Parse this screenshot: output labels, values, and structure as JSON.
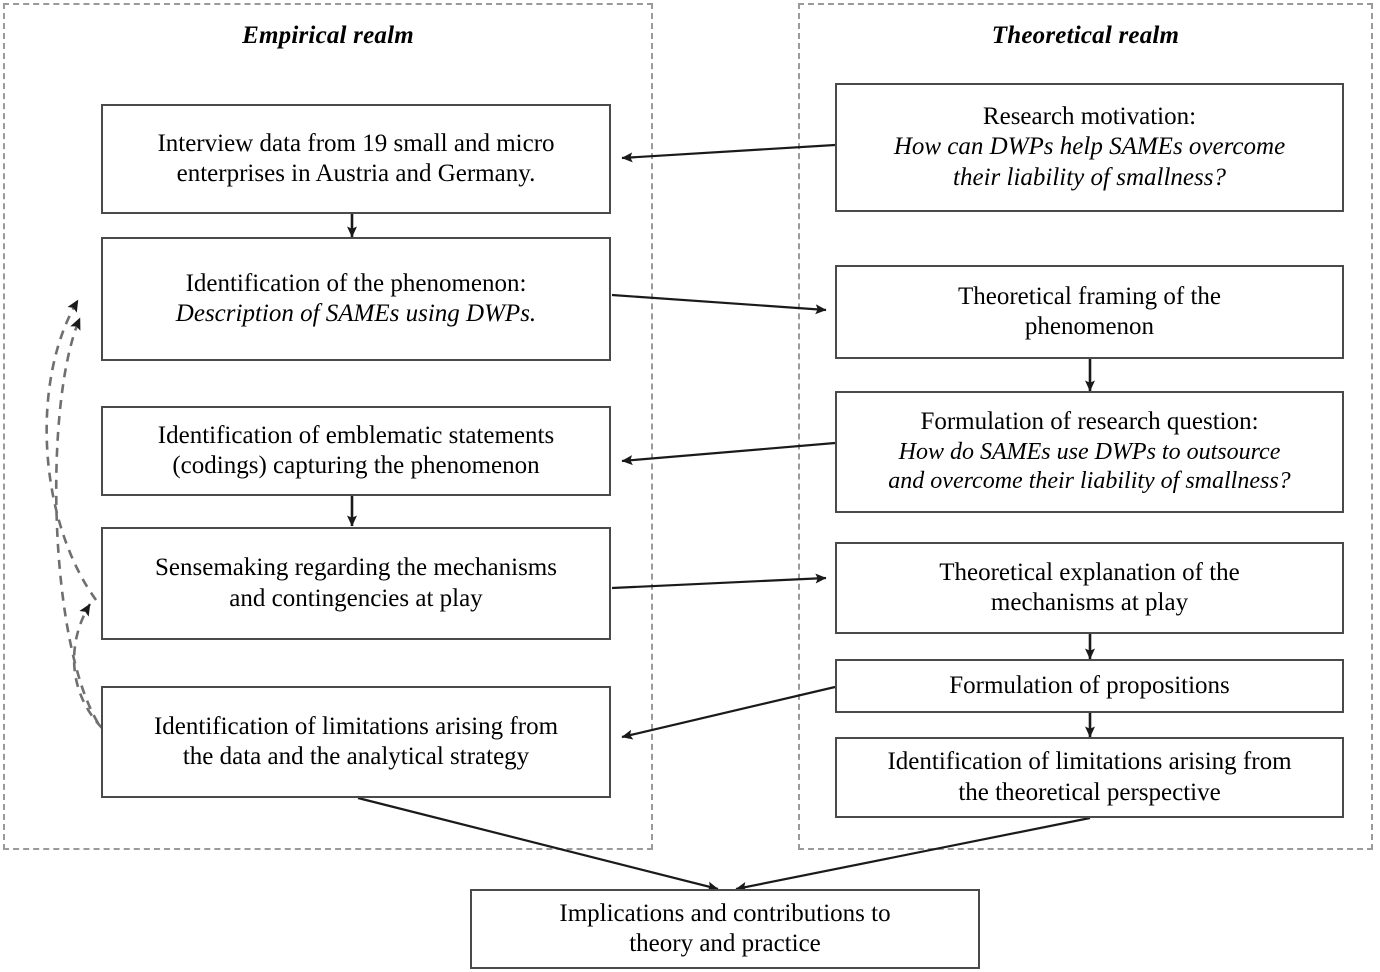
{
  "realms": [
    {
      "id": "empirical",
      "title": "Empirical realm"
    },
    {
      "id": "theoretical",
      "title": "Theoretical realm"
    }
  ],
  "empirical_nodes": [
    {
      "name": "interview-data",
      "lines": [
        {
          "text": "Interview  data from  19 small  and micro",
          "italic": false
        },
        {
          "text": "enterprises in Austria  and Germany.",
          "italic": false
        }
      ]
    },
    {
      "name": "identification-of-phenomenon",
      "lines": [
        {
          "text": "Identification  of the phenomenon:",
          "italic": false
        },
        {
          "text": "Description of SAMEs using DWPs.",
          "italic": true
        }
      ]
    },
    {
      "name": "identification-of-emblematic-statements",
      "lines": [
        {
          "text": "Identification  of emblematic  statements",
          "italic": false
        },
        {
          "text": "(codings) capturing  the phenomenon",
          "italic": false
        }
      ]
    },
    {
      "name": "sensemaking-mechanisms",
      "lines": [
        {
          "text": "Sensemaking  regarding  the mechanisms",
          "italic": false
        },
        {
          "text": "and contingencies at  play",
          "italic": false
        }
      ]
    },
    {
      "name": "identification-of-data-limitations",
      "lines": [
        {
          "text": "Identification  of limitations  arising  from",
          "italic": false
        },
        {
          "text": "the data and the analytical  strategy",
          "italic": false
        }
      ]
    }
  ],
  "theoretical_nodes": [
    {
      "name": "research-motivation",
      "lines": [
        {
          "text": "Research motivation:",
          "italic": false
        },
        {
          "text": "How can DWPs help SAMEs overcome",
          "italic": true
        },
        {
          "text": "their liability of smallness?",
          "italic": true
        }
      ]
    },
    {
      "name": "theoretical-framing",
      "lines": [
        {
          "text": "Theoretical framing  of the",
          "italic": false
        },
        {
          "text": "phenomenon",
          "italic": false
        }
      ]
    },
    {
      "name": "formulation-of-research-question",
      "lines": [
        {
          "text": "Formulation  of research question:",
          "italic": false
        },
        {
          "text": "How do SAMEs use DWPs to outsource",
          "italic": true
        },
        {
          "text": "and overcome their liability of smallness?",
          "italic": true
        }
      ]
    },
    {
      "name": "theoretical-explanation",
      "lines": [
        {
          "text": "Theoretical explanation  of the",
          "italic": false
        },
        {
          "text": "mechanisms  at play",
          "italic": false
        }
      ]
    },
    {
      "name": "formulation-of-propositions",
      "lines": [
        {
          "text": "Formulation  of propositions",
          "italic": false
        }
      ]
    },
    {
      "name": "identification-of-theoretical-limitations",
      "lines": [
        {
          "text": "Identification  of limitations  arising  from",
          "italic": false
        },
        {
          "text": "the theoretical  perspective",
          "italic": false
        }
      ]
    }
  ],
  "outcome_node": {
    "name": "implications-and-contributions",
    "lines": [
      {
        "text": "Implications  and contributions to",
        "italic": false
      },
      {
        "text": "theory and practice",
        "italic": false
      }
    ]
  },
  "colors": {
    "node_border": "#4a4a4a",
    "realm_border": "#9a9a9a",
    "arrow_solid": "#1a1a1a",
    "arrow_dashed": "#6f6f6f",
    "text": "#000000",
    "background": "#ffffff"
  }
}
